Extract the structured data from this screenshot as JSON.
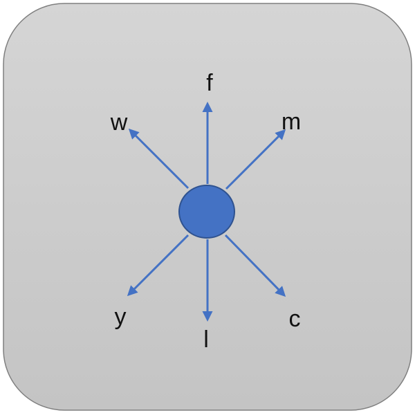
{
  "panel": {
    "gradient_top": "#d5d5d5",
    "gradient_bottom": "#c4c4c4",
    "border_color": "#7f7f7f"
  },
  "node": {
    "fill": "#4472c4",
    "stroke": "#2f528f"
  },
  "arrow_color": "#4472c4",
  "directions": [
    {
      "id": "up",
      "label": "f"
    },
    {
      "id": "up-left",
      "label": "w"
    },
    {
      "id": "up-right",
      "label": "m"
    },
    {
      "id": "down-left",
      "label": "y"
    },
    {
      "id": "down",
      "label": "l"
    },
    {
      "id": "down-right",
      "label": "c"
    }
  ]
}
